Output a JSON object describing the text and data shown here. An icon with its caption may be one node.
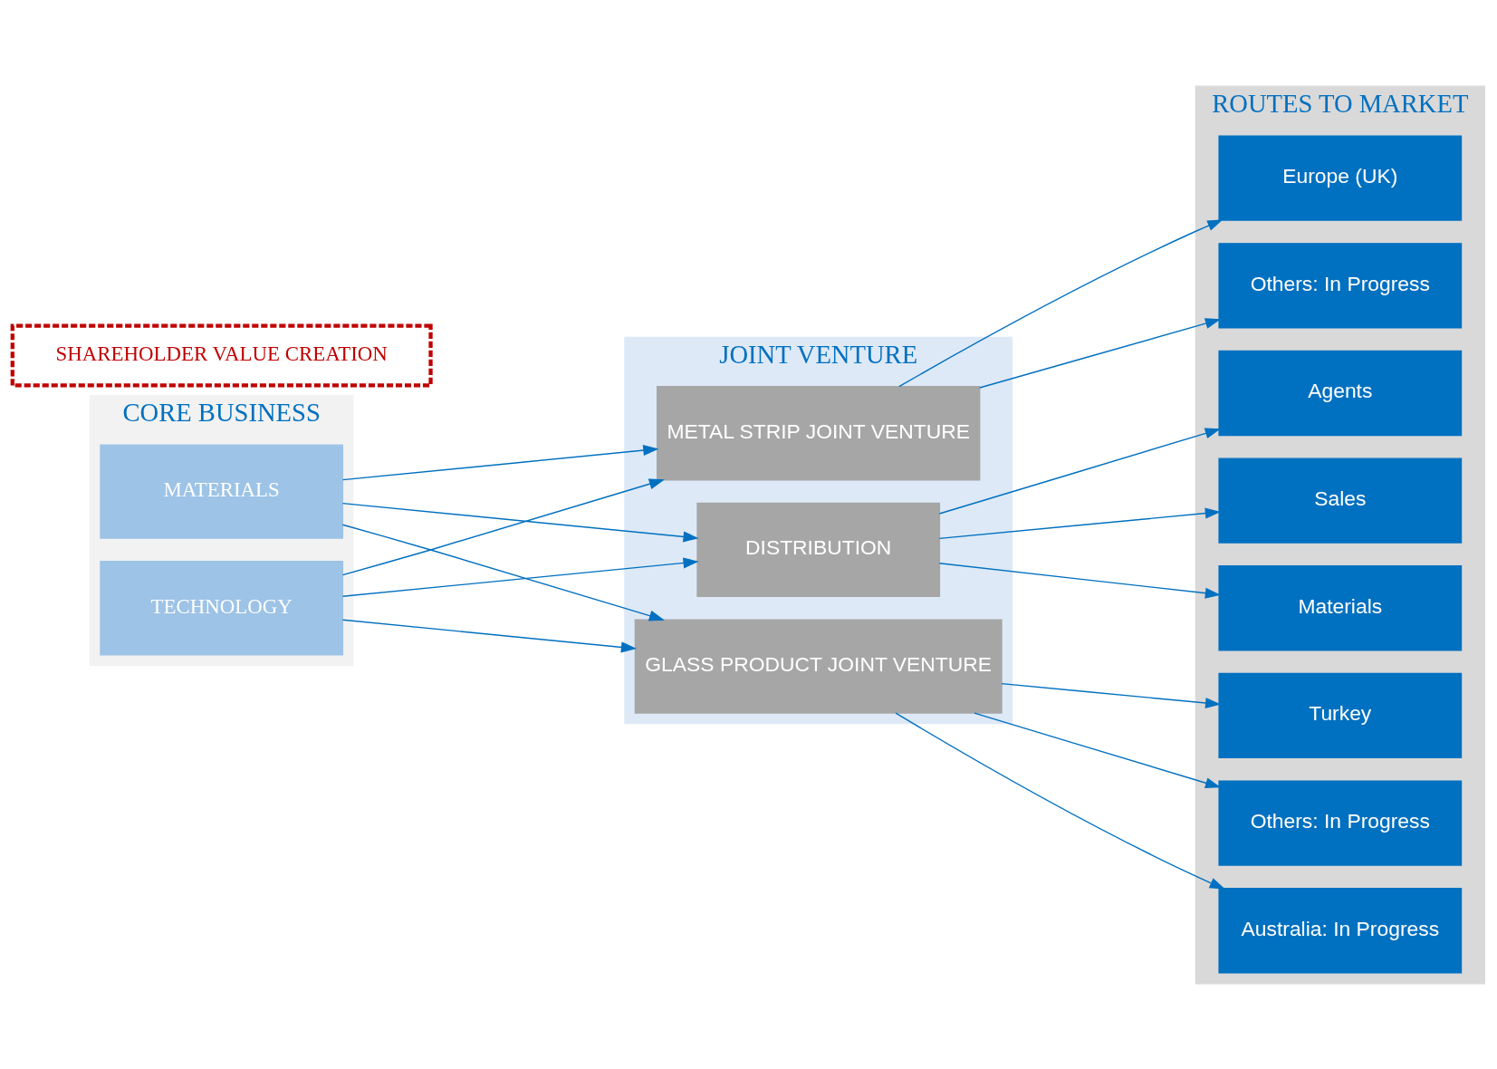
{
  "diagram": {
    "nodes": [
      {
        "text": [
          "CORE BUSINESS"
        ]
      },
      {
        "text": [
          "MATERIALS"
        ],
        "in": 0
      },
      {
        "text": [
          "TECHNOLOGY"
        ],
        "in": 0
      },
      {
        "text": [
          "JOINT VENTURE"
        ]
      },
      {
        "text": [
          "DISTRIBUTION"
        ],
        "in": 3
      },
      {
        "text": [
          "GLASS PRODUCT JOINT VENTURE"
        ],
        "in": 3
      },
      {
        "text": [
          "METAL STRIP JOINT VENTURE"
        ],
        "in": 3
      },
      {
        "text": [
          "ROUTES TO MARKET"
        ]
      },
      {
        "text": [
          "Materials"
        ],
        "in": 7
      },
      {
        "text": [
          "Agents"
        ],
        "in": 7
      },
      {
        "text": [
          "Sales"
        ],
        "in": 7
      },
      {
        "text": [
          "Australia: In Progress"
        ],
        "in": 7
      },
      {
        "text": [
          "Turkey"
        ],
        "in": 7
      },
      {
        "text": [
          "Others: In Progress"
        ],
        "in": 7
      },
      {
        "text": [
          "Europe (UK)"
        ],
        "in": 7
      },
      {
        "text": [
          "Others: In Progress"
        ],
        "in": 7
      },
      {
        "text": [
          "SHAREHOLDER VALUE CREATION"
        ]
      }
    ],
    "edges": [
      {
        "from": 1,
        "to": 4,
        "arrow": "to"
      },
      {
        "from": 2,
        "to": 4,
        "arrow": "to"
      },
      {
        "from": 1,
        "to": 5,
        "arrow": "to"
      },
      {
        "from": 2,
        "to": 5,
        "arrow": "to"
      },
      {
        "from": 1,
        "to": 6,
        "arrow": "to"
      },
      {
        "from": 2,
        "to": 6,
        "arrow": "to"
      },
      {
        "from": 4,
        "to": 8,
        "arrow": "to"
      },
      {
        "from": 4,
        "to": 9,
        "arrow": "to"
      },
      {
        "from": 4,
        "to": 10,
        "arrow": "to"
      },
      {
        "from": 5,
        "to": 11,
        "arrow": "to"
      },
      {
        "from": 5,
        "to": 12,
        "arrow": "to"
      },
      {
        "from": 5,
        "to": 13,
        "arrow": "to"
      },
      {
        "from": 6,
        "to": 14,
        "arrow": "to"
      },
      {
        "from": 6,
        "to": 15,
        "arrow": "to"
      }
    ]
  }
}
